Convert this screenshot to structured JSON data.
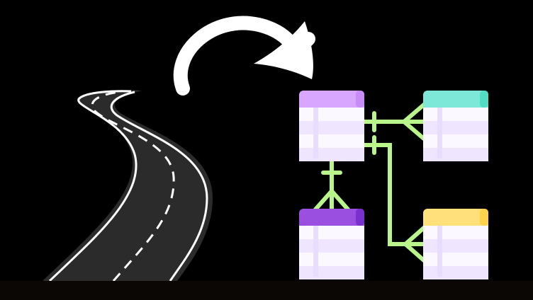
{
  "colors": {
    "background": "#000000",
    "road_surface": "#2b2b2b",
    "road_lines": "#ffffff",
    "arrow": "#ffffff",
    "connector": "#b9f58a",
    "table_body": "#fbf8ff",
    "table_row_alt": "#efe5ff",
    "table_column_divider": "#e8dcff"
  },
  "illustration": {
    "road_icon": "road-icon",
    "arrow_icon": "curved-arrow-icon",
    "diagram_icon": "entity-relationship-diagram-icon"
  },
  "tables": [
    {
      "name": "table-top-left",
      "header_color": "#d9a6ff",
      "header_accent": "#c98cf7"
    },
    {
      "name": "table-top-right",
      "header_color": "#7ee8d8",
      "header_accent": "#52dcc6"
    },
    {
      "name": "table-bottom-left",
      "header_color": "#9b4fe0",
      "header_accent": "#7a2fcf"
    },
    {
      "name": "table-bottom-right",
      "header_color": "#ffe07a",
      "header_accent": "#ffd24a"
    }
  ]
}
